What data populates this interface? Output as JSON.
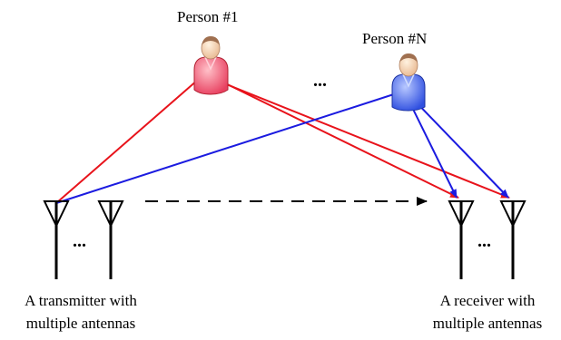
{
  "persons": [
    {
      "label": "Person #1",
      "color": "#e02020",
      "body_color": "#f06070",
      "icon": "person-icon"
    },
    {
      "label": "Person #N",
      "color": "#1a1ae0",
      "body_color": "#3a5ae8",
      "icon": "person-icon"
    }
  ],
  "persons_ellipsis": "...",
  "transmitter": {
    "caption_line1": "A transmitter with",
    "caption_line2": "multiple antennas",
    "ellipsis": "..."
  },
  "receiver": {
    "caption_line1": "A receiver with",
    "caption_line2": "multiple antennas",
    "ellipsis": "..."
  },
  "colors": {
    "path_red": "#e8131b",
    "path_blue": "#1b1be0",
    "arrow_black": "#000000"
  }
}
